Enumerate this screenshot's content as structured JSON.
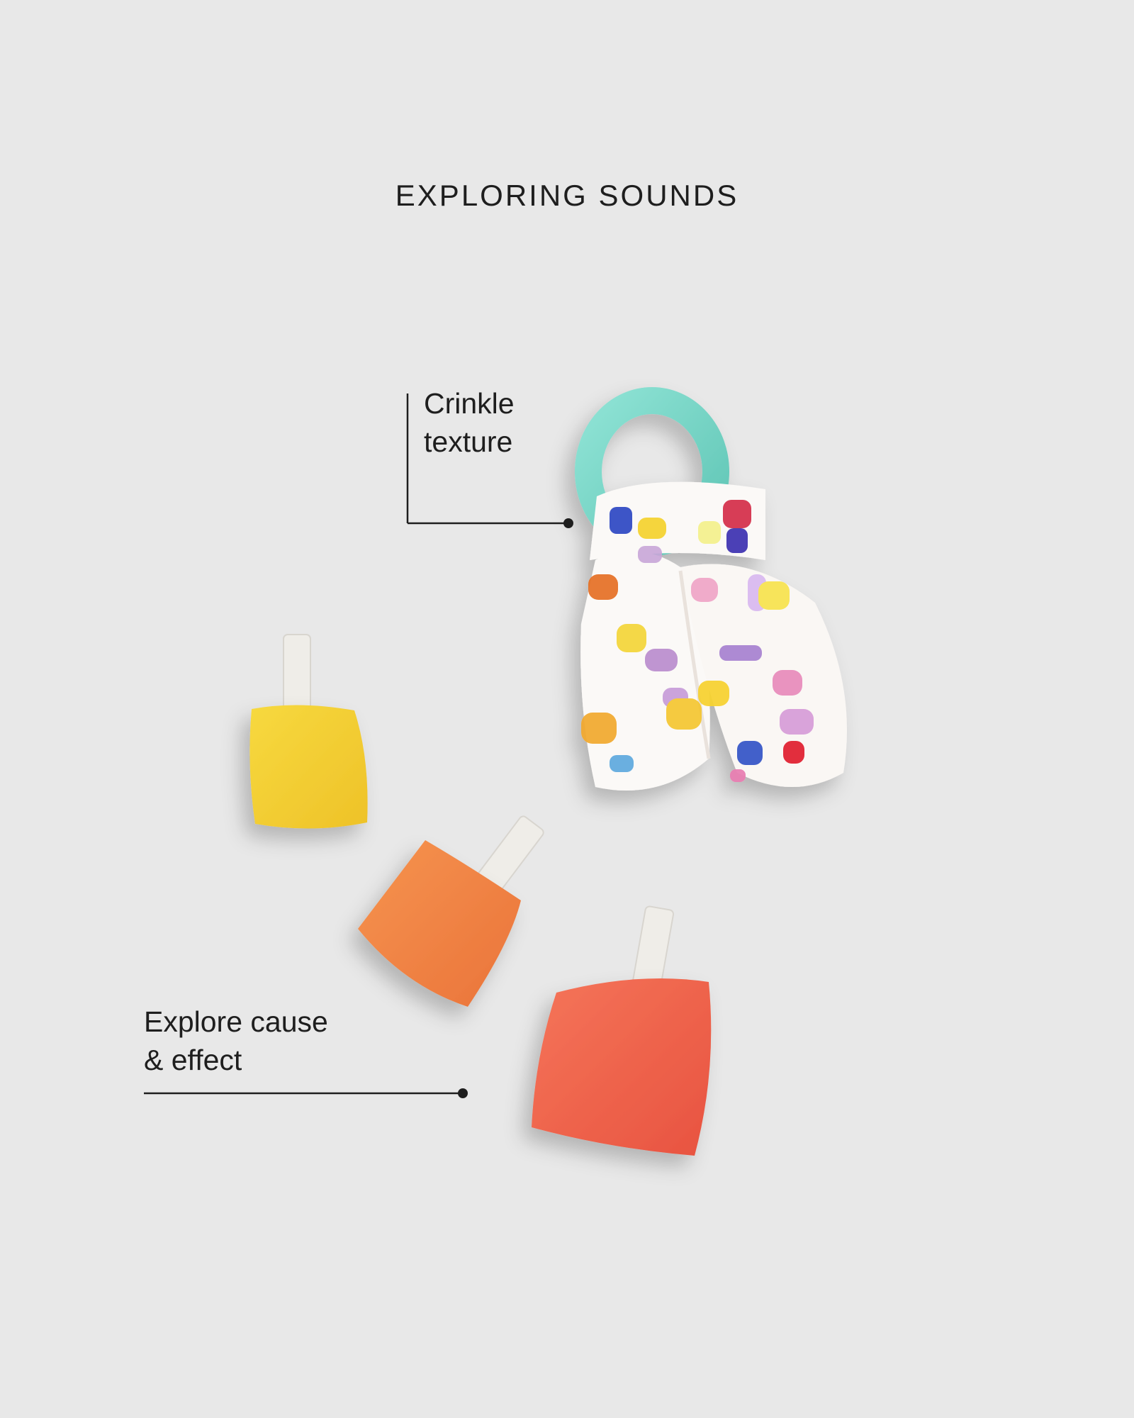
{
  "page": {
    "title": "EXPLORING SOUNDS"
  },
  "callouts": {
    "crinkle": {
      "line1": "Crinkle",
      "line2": "texture"
    },
    "cause_effect": {
      "line1": "Explore cause",
      "line2": "& effect"
    }
  },
  "colors": {
    "background": "#e8e8e8",
    "ring": "#7fd8c9",
    "yellow_pouch": "#f3cd32",
    "orange_pouch": "#f28446",
    "red_pouch": "#f1644d",
    "tab": "#efede8",
    "line": "#1e1e1e"
  },
  "icons": {
    "teether": "teether-ring-icon",
    "pouch": "sensory-pouch-icon"
  }
}
